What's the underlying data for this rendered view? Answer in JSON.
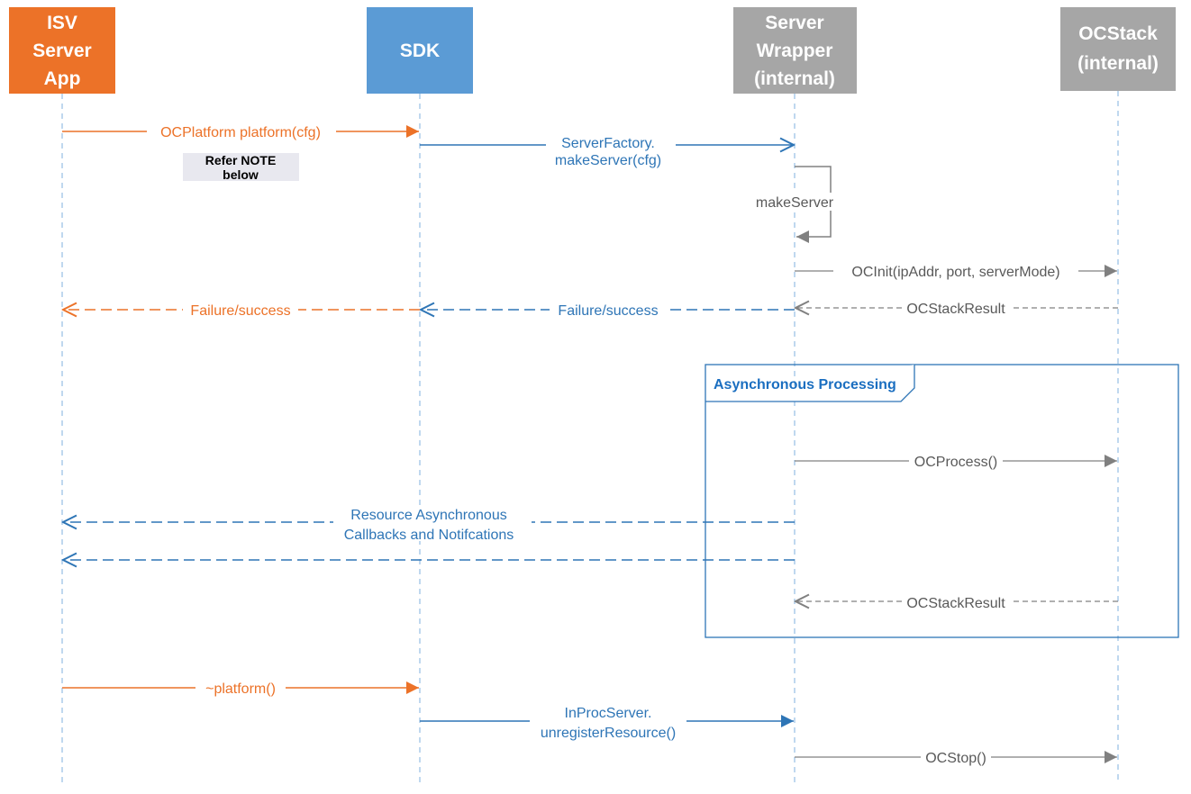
{
  "colors": {
    "orange": "#ec7228",
    "blue": "#2e75b6",
    "sdk_box": "#5b9bd5",
    "gray_box": "#a6a6a6",
    "gray_line": "#808080",
    "lifeline": "#9dc3e6",
    "note_bg": "#e8e8ef",
    "frame": "#2e75b6"
  },
  "lifelines": [
    {
      "id": "isv",
      "lines": [
        "ISV",
        "Server",
        "App"
      ],
      "style": "orange"
    },
    {
      "id": "sdk",
      "lines": [
        "SDK"
      ],
      "style": "sdk"
    },
    {
      "id": "wrapper",
      "lines": [
        "Server",
        "Wrapper",
        "(internal)"
      ],
      "style": "gray"
    },
    {
      "id": "ocstack",
      "lines": [
        "OCStack",
        "(internal)"
      ],
      "style": "gray"
    }
  ],
  "messages": [
    {
      "from": "isv",
      "to": "sdk",
      "label": [
        "OCPlatform platform(cfg)"
      ],
      "kind": "sync",
      "color": "orange"
    },
    {
      "from": "sdk",
      "to": "wrapper",
      "label": [
        "ServerFactory.",
        "makeServer(cfg)"
      ],
      "kind": "async",
      "color": "blue"
    },
    {
      "from": "wrapper",
      "to": "wrapper",
      "label": [
        "makeServer"
      ],
      "kind": "self",
      "color": "gray"
    },
    {
      "from": "wrapper",
      "to": "ocstack",
      "label": [
        "OCInit(ipAddr, port, serverMode)"
      ],
      "kind": "sync",
      "color": "gray"
    },
    {
      "from": "ocstack",
      "to": "wrapper",
      "label": [
        "OCStackResult"
      ],
      "kind": "return",
      "color": "gray"
    },
    {
      "from": "wrapper",
      "to": "sdk",
      "label": [
        "Failure/success"
      ],
      "kind": "return",
      "color": "blue"
    },
    {
      "from": "sdk",
      "to": "isv",
      "label": [
        "Failure/success"
      ],
      "kind": "return",
      "color": "orange"
    },
    {
      "from": "wrapper",
      "to": "ocstack",
      "label": [
        "OCProcess()"
      ],
      "kind": "sync",
      "color": "gray"
    },
    {
      "from": "wrapper",
      "to": "isv",
      "label": [
        "Resource Asynchronous",
        "Callbacks and Notifcations"
      ],
      "kind": "return",
      "color": "blue"
    },
    {
      "from": "wrapper",
      "to": "isv",
      "label": [],
      "kind": "return",
      "color": "blue"
    },
    {
      "from": "ocstack",
      "to": "wrapper",
      "label": [
        "OCStackResult"
      ],
      "kind": "return",
      "color": "gray"
    },
    {
      "from": "isv",
      "to": "sdk",
      "label": [
        "~platform()"
      ],
      "kind": "sync",
      "color": "orange"
    },
    {
      "from": "sdk",
      "to": "wrapper",
      "label": [
        "InProcServer.",
        "unregisterResource()"
      ],
      "kind": "sync",
      "color": "blue"
    },
    {
      "from": "wrapper",
      "to": "ocstack",
      "label": [
        "OCStop()"
      ],
      "kind": "sync",
      "color": "gray"
    }
  ],
  "note": {
    "lines": [
      "Refer NOTE",
      "below"
    ]
  },
  "frame": {
    "title": "Asynchronous Processing"
  }
}
